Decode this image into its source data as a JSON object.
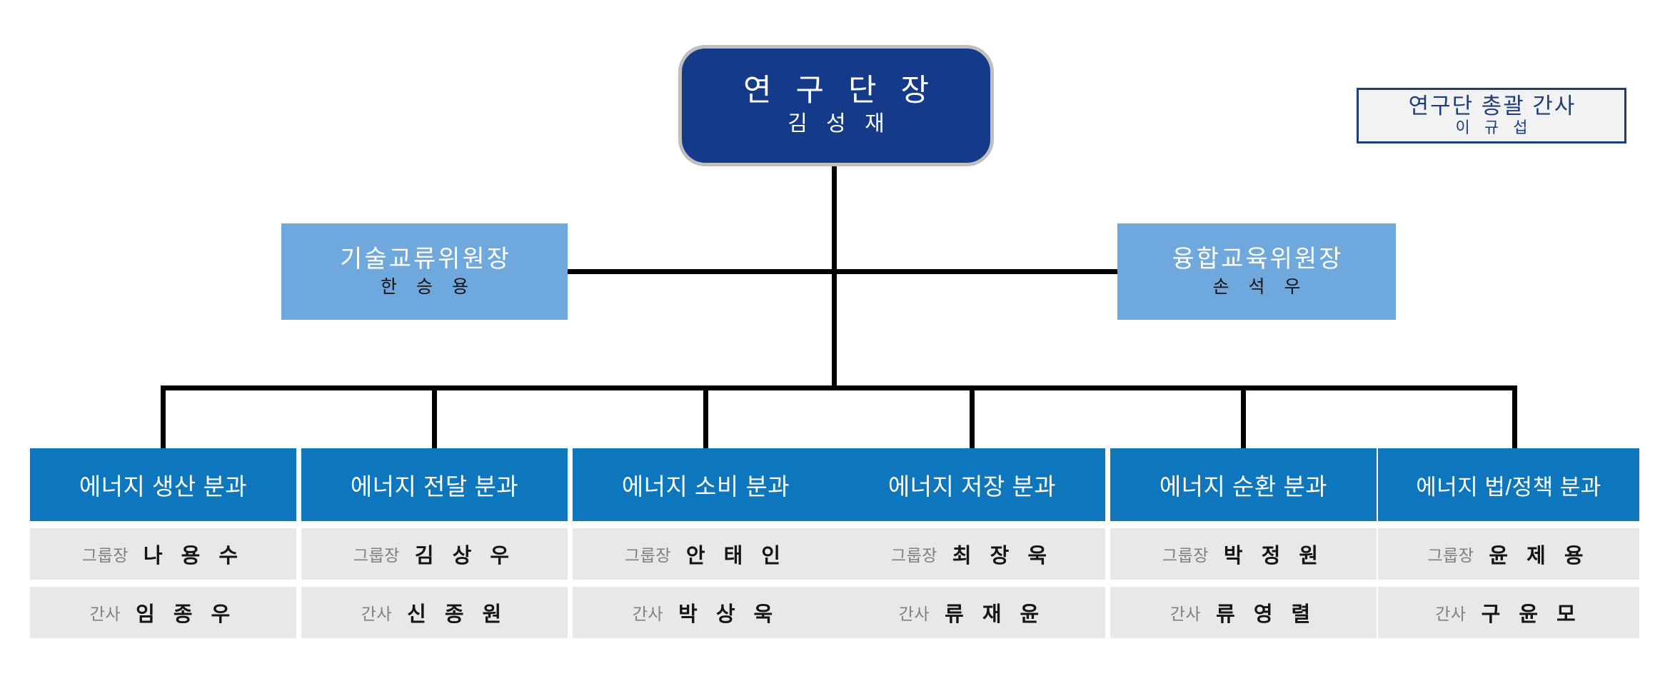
{
  "colors": {
    "director_bg": "#163A8A",
    "director_border": "#BFBFBF",
    "secretary_bg": "#F2F2F2",
    "secretary_border": "#1F3E79",
    "committee_bg": "#6FA8DC",
    "division_header_bg": "#0E76BC",
    "division_row_bg": "#E8E8E8",
    "line": "#000000",
    "role_label": "#808080",
    "page_bg": "#FFFFFF"
  },
  "director": {
    "role": "연 구 단 장",
    "person": "김 성 재"
  },
  "secretary": {
    "role": "연구단 총괄 간사",
    "person": "이 규 섭"
  },
  "committees": [
    {
      "role": "기술교류위원장",
      "person": "한 승 용"
    },
    {
      "role": "융합교육위원장",
      "person": "손 석 우"
    }
  ],
  "row_labels": {
    "group_leader": "그룹장",
    "secretary": "간사"
  },
  "divisions": [
    {
      "title": "에너지 생산 분과",
      "group_leader_label": "그룹장",
      "group_leader": "나 용 수",
      "secretary_label": "간사",
      "secretary": "임 종 우"
    },
    {
      "title": "에너지 전달 분과",
      "group_leader_label": "그룹장",
      "group_leader": "김 상 우",
      "secretary_label": "간사",
      "secretary": "신 종 원"
    },
    {
      "title": "에너지 소비 분과",
      "group_leader_label": "그룹장",
      "group_leader": "안 태 인",
      "secretary_label": "간사",
      "secretary": "박 상 욱"
    },
    {
      "title": "에너지 저장 분과",
      "group_leader_label": "그룹장",
      "group_leader": "최 장 욱",
      "secretary_label": "간사",
      "secretary": "류 재 윤"
    },
    {
      "title": "에너지 순환 분과",
      "group_leader_label": "그룹장",
      "group_leader": "박 정 원",
      "secretary_label": "간사",
      "secretary": "류 영 렬"
    },
    {
      "title": "에너지 법/정책 분과",
      "group_leader_label": "그룹장",
      "group_leader": "윤 제 용",
      "secretary_label": "간사",
      "secretary": "구 윤 모"
    }
  ]
}
